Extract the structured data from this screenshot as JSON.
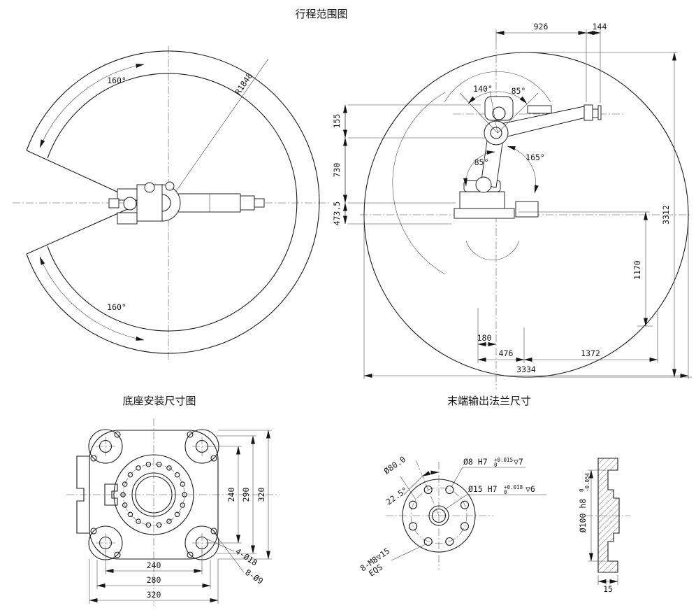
{
  "titles": {
    "travel_range": "行程范围图",
    "base_mount": "底座安装尺寸图",
    "flange": "末端输出法兰尺寸"
  },
  "top_view": {
    "angle_top": "160°",
    "angle_bottom": "160°",
    "radius": "R1848"
  },
  "side_view": {
    "dim_926": "926",
    "dim_144": "144",
    "dim_155": "155",
    "dim_730": "730",
    "dim_473_5": "473.5",
    "dim_3312": "3312",
    "dim_1170": "1170",
    "dim_180": "180",
    "dim_476": "476",
    "dim_1372": "1372",
    "dim_3334": "3334",
    "angle_140": "140°",
    "angle_85_top": "85°",
    "angle_85_mid": "85°",
    "angle_165": "165°"
  },
  "base_view": {
    "dim_v240": "240",
    "dim_v290": "290",
    "dim_v320": "320",
    "dim_h240": "240",
    "dim_h280": "280",
    "dim_h320": "320",
    "holes_large": "4-Ø18",
    "holes_small": "8-Ø9"
  },
  "flange_view": {
    "bolt_circle": "Ø80.0",
    "hole8_main": "Ø8 H7",
    "hole8_tol_upper": "+0.015",
    "hole8_tol_lower": "0",
    "hole8_depth": "▽7",
    "hole15_main": "Ø15 H7",
    "hole15_tol_upper": "+0.018",
    "hole15_tol_lower": "0",
    "hole15_depth": "▽6",
    "angle_22_5": "22.5°",
    "tapped_holes": "8-M8▽15",
    "tapped_eqs": "EQS",
    "od_main": "Ø100 h8",
    "od_tol_upper": "0",
    "od_tol_lower": "-0.054",
    "thickness": "15"
  }
}
